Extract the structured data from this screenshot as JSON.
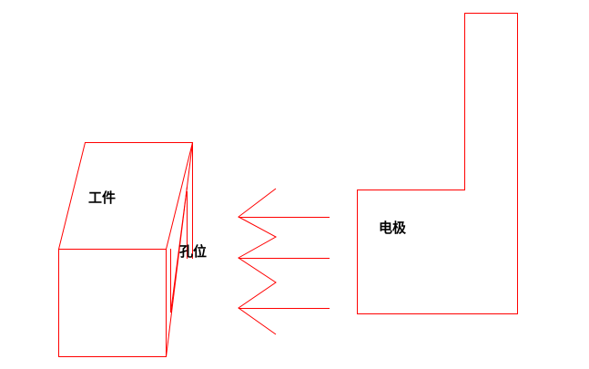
{
  "labels": {
    "workpiece": "工件",
    "hole": "孔位",
    "electrode": "电极"
  },
  "colors": {
    "line": "#ff0000",
    "text": "#000000"
  }
}
